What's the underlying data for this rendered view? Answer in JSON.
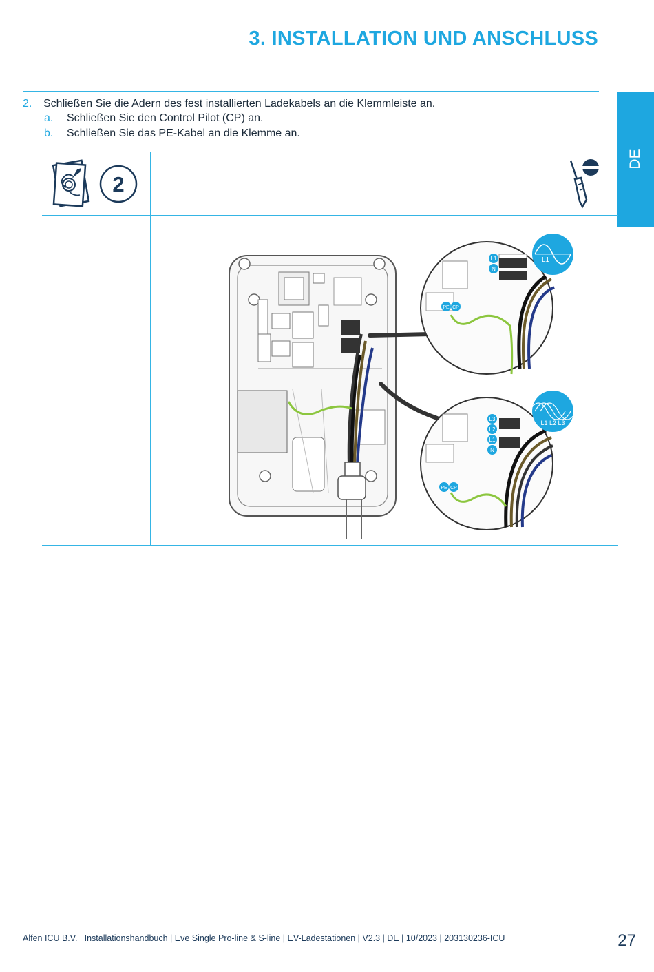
{
  "header": {
    "title": "3. INSTALLATION UND ANSCHLUSS"
  },
  "lang_tab": {
    "label": "DE"
  },
  "steps": {
    "main": {
      "number": "2.",
      "text": "Schließen Sie die Adern des fest installierten Ladekabels an die Klemmleiste an."
    },
    "a": {
      "marker": "a.",
      "text": "Schließen Sie den Control Pilot (CP) an."
    },
    "b": {
      "marker": "b.",
      "text": "Schließen Sie das PE-Kabel an die Klemme an."
    }
  },
  "step_badge": {
    "number": "2"
  },
  "figure": {
    "single_phase": {
      "phase_label": "L1",
      "terminals": [
        "L1",
        "N"
      ],
      "ground": [
        "PE",
        "CP"
      ]
    },
    "three_phase": {
      "phase_labels": "L1 L2 L3",
      "terminals": [
        "L3",
        "L2",
        "L1",
        "N"
      ],
      "ground": [
        "PE",
        "CP"
      ]
    }
  },
  "colors": {
    "accent": "#1ea7e0",
    "text": "#1c2b3a",
    "wire_brown": "#6b5a2a",
    "wire_blue": "#243a8a",
    "wire_green": "#8cc63f"
  },
  "footer": {
    "text": "Alfen ICU B.V. | Installationshandbuch | Eve Single Pro-line & S-line | EV-Ladestationen  | V2.3 | DE | 10/2023 | 203130236-ICU",
    "page_number": "27"
  }
}
